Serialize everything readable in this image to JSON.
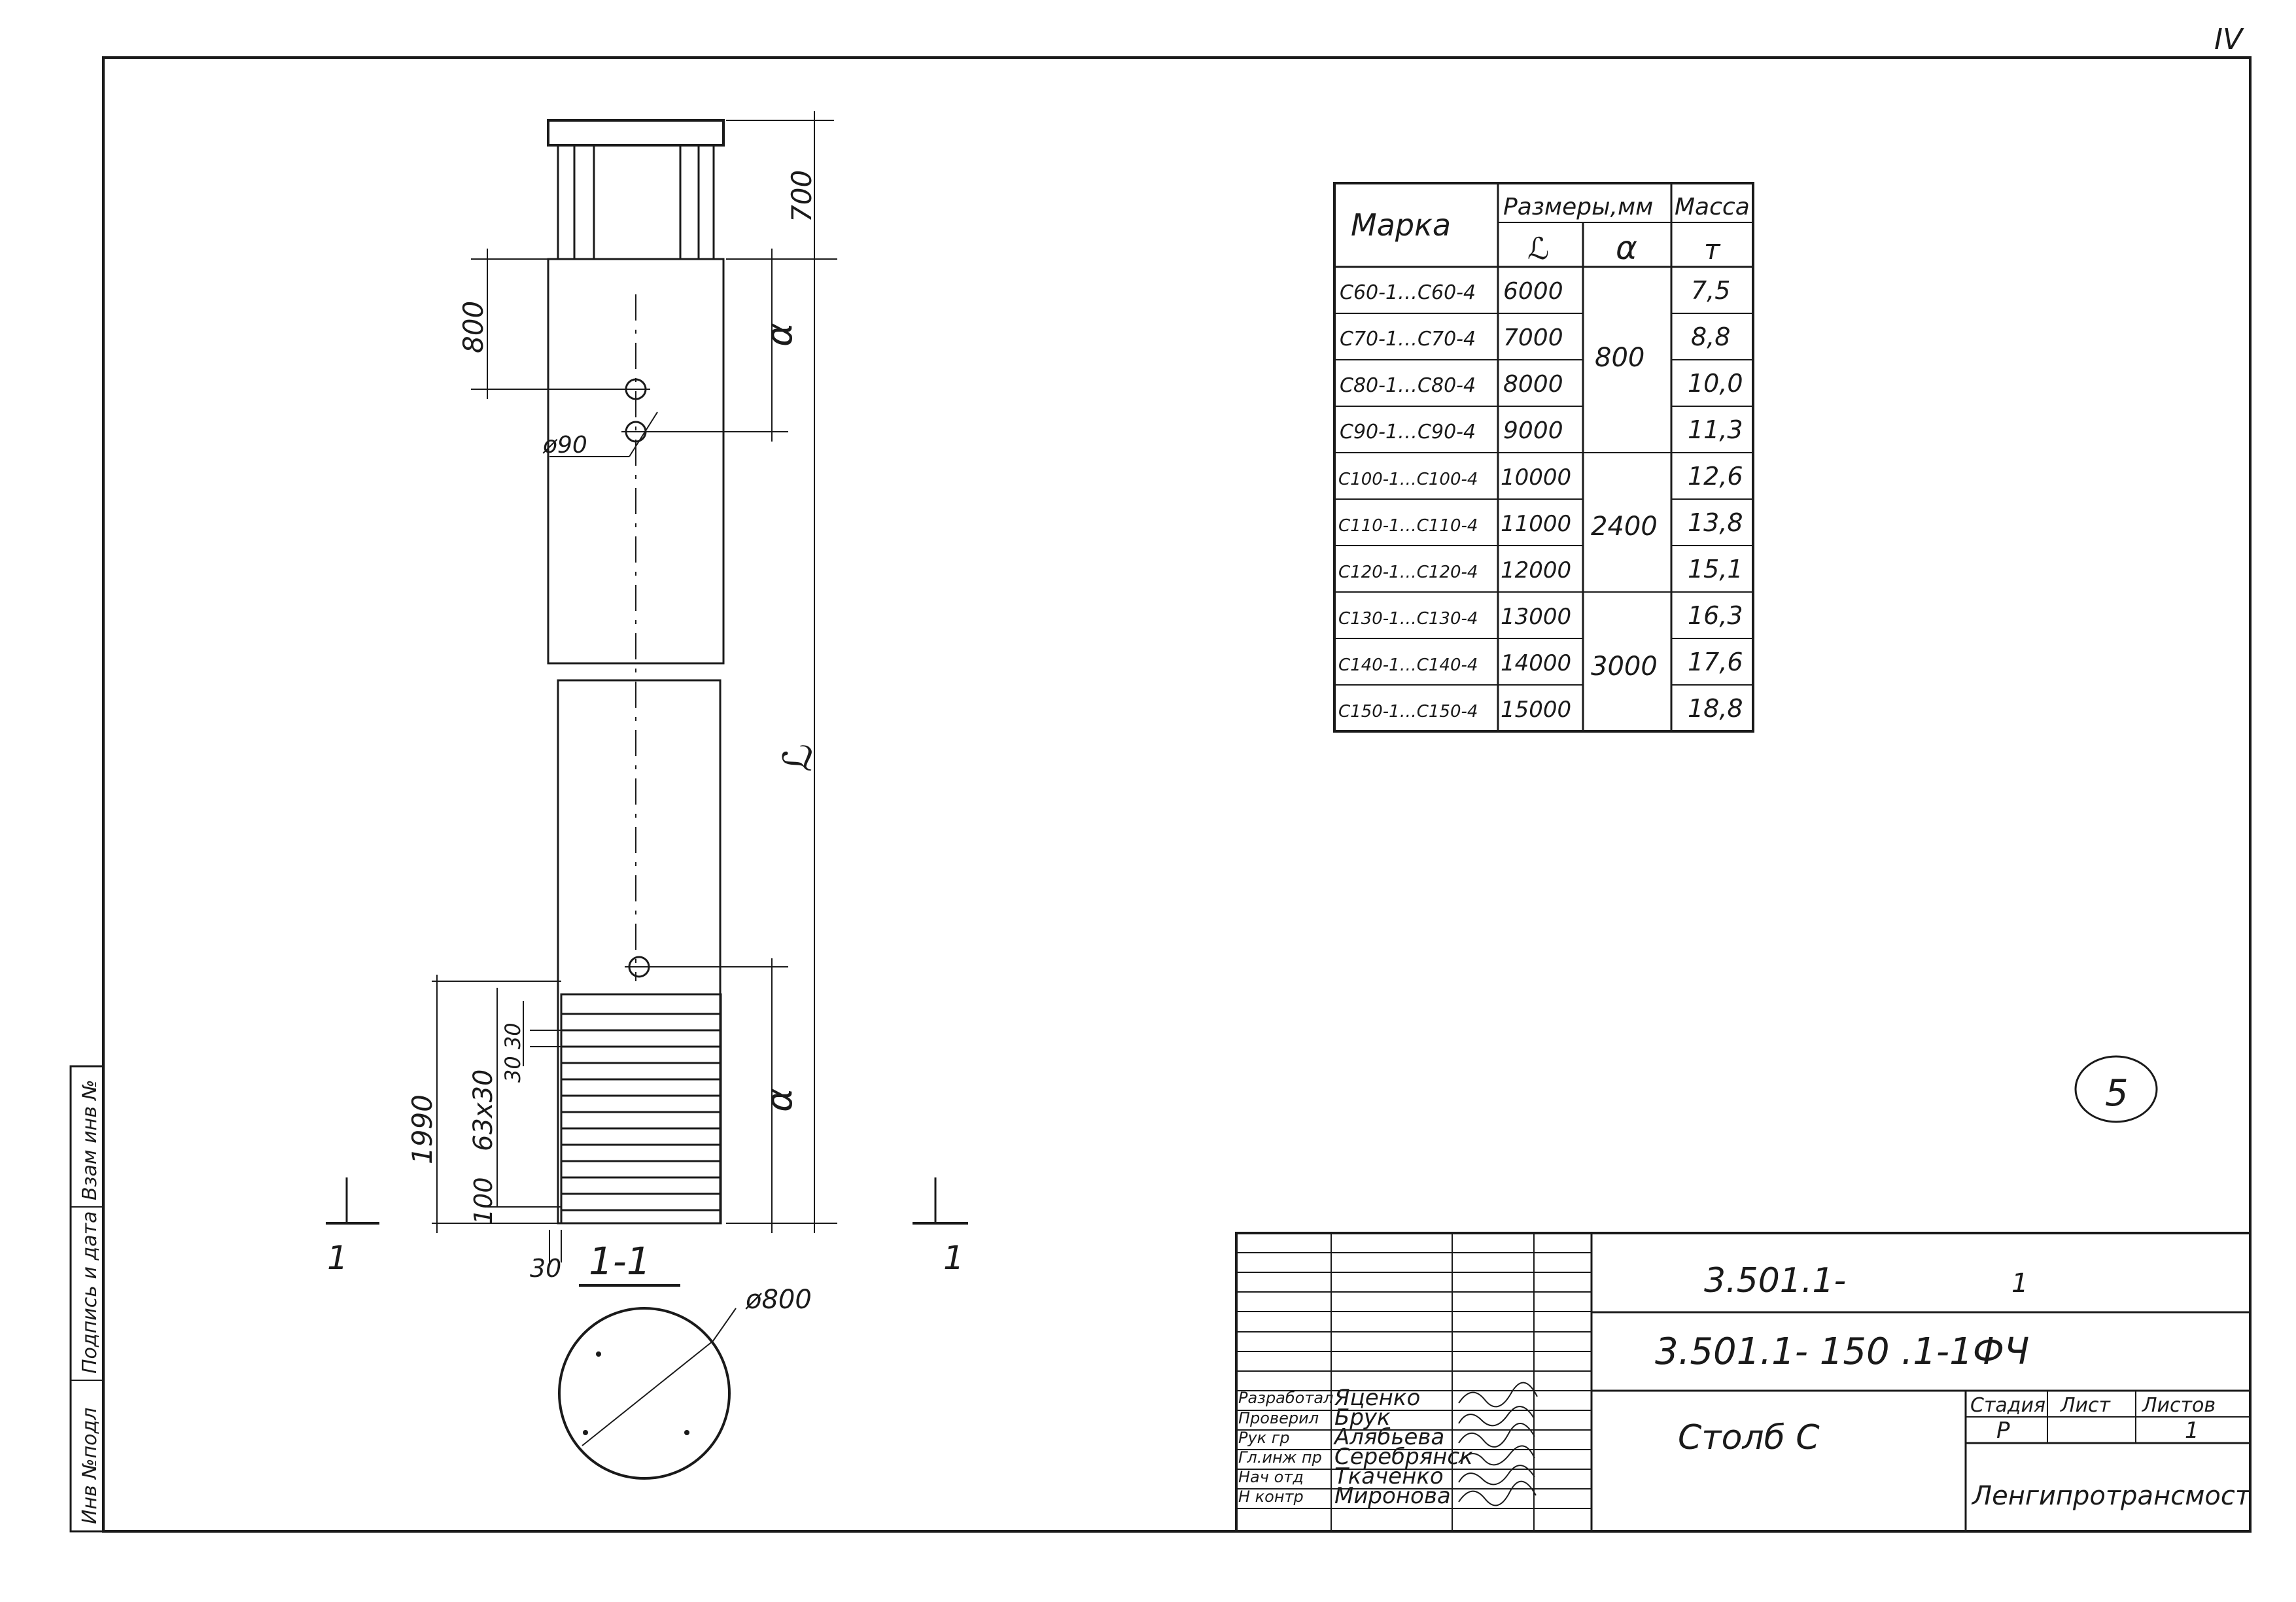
{
  "corner_mark": "IV",
  "sheet_number": "5",
  "side_stamp": [
    "Инв №подл",
    "Подпись и дата",
    "Взам инв №"
  ],
  "dimensions": {
    "top": "700",
    "upper_offset": "800",
    "a_symbol": "α",
    "L_symbol": "ℒ",
    "hole": "ø90",
    "bottom_total": "1990",
    "corrugation": "63x30",
    "rib": "30 30",
    "base": "100",
    "rim": "30",
    "section_mark": "1",
    "section_title": "1-1",
    "diameter": "ø800"
  },
  "table": {
    "h_mark": "Марка",
    "h_sizes": "Размеры,мм",
    "h_mass": "Масса",
    "h_L": "ℒ",
    "h_a": "α",
    "h_t": "т",
    "rows": [
      {
        "mark": "C60-1…C60-4",
        "L": "6000",
        "mass": "7,5"
      },
      {
        "mark": "C70-1…C70-4",
        "L": "7000",
        "mass": "8,8"
      },
      {
        "mark": "C80-1…C80-4",
        "L": "8000",
        "mass": "10,0"
      },
      {
        "mark": "C90-1…C90-4",
        "L": "9000",
        "mass": "11,3"
      },
      {
        "mark": "C100-1…C100-4",
        "L": "10000",
        "mass": "12,6"
      },
      {
        "mark": "C110-1…C110-4",
        "L": "11000",
        "mass": "13,8"
      },
      {
        "mark": "C120-1…C120-4",
        "L": "12000",
        "mass": "15,1"
      },
      {
        "mark": "C130-1…C130-4",
        "L": "13000",
        "mass": "16,3"
      },
      {
        "mark": "C140-1…C140-4",
        "L": "14000",
        "mass": "17,6"
      },
      {
        "mark": "C150-1…C150-4",
        "L": "15000",
        "mass": "18,8"
      }
    ],
    "a_groups": [
      "800",
      "2400",
      "3000"
    ]
  },
  "title_block": {
    "doc_code_top": "3.501.1-",
    "doc_code_top_mark": "1",
    "doc_code": "3.501.1- 150 .1-1ФЧ",
    "title": "Столб С",
    "stage_label": "Стадия",
    "sheet_label": "Лист",
    "sheets_label": "Листов",
    "stage": "Р",
    "sheets": "1",
    "org": "Ленгипротрансмост",
    "people": [
      {
        "role": "Разработал",
        "name": "Яценко"
      },
      {
        "role": "Проверил",
        "name": "Брук"
      },
      {
        "role": "Рук гр",
        "name": "Алябьева"
      },
      {
        "role": "Гл.инж пр",
        "name": "Серебрянск"
      },
      {
        "role": "Нач отд",
        "name": "Ткаченко"
      },
      {
        "role": "Н контр",
        "name": "Миронова"
      }
    ]
  }
}
